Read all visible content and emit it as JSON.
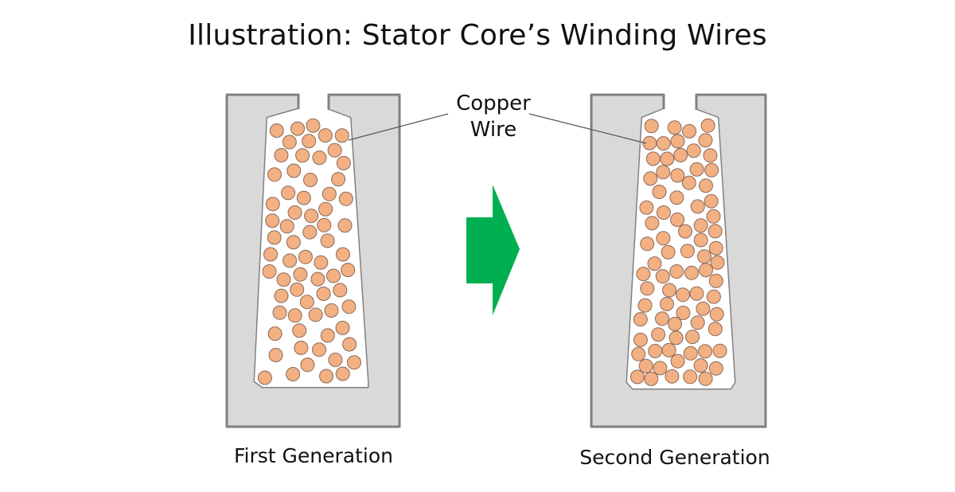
{
  "title": "Illustration: Stator Core’s Winding Wires",
  "callout": {
    "line1": "Copper",
    "line2": "Wire"
  },
  "panels": [
    {
      "caption": "First Generation",
      "density": "lower"
    },
    {
      "caption": "Second Generation",
      "density": "higher"
    }
  ],
  "colors": {
    "core_fill": "#d9d9d9",
    "core_stroke": "#808080",
    "wire_fill": "#f2b083",
    "wire_stroke": "#8a6a5a",
    "arrow": "#00b050"
  },
  "icons": {
    "arrow": "right-arrow-icon"
  }
}
